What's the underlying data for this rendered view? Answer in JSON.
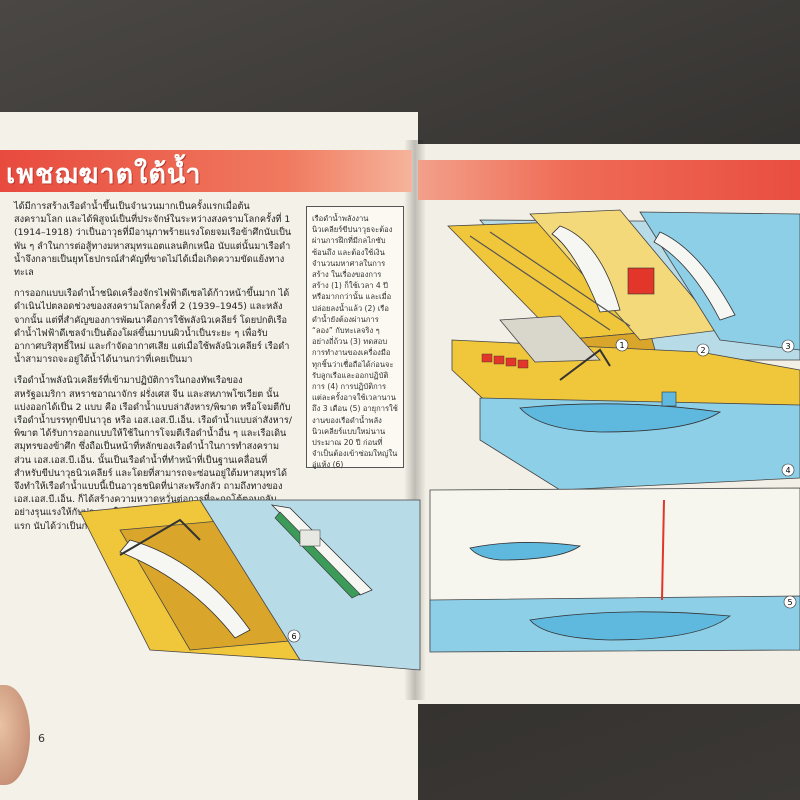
{
  "page": {
    "title": "เพชฌฆาตใต้น้ำ",
    "page_number": "6"
  },
  "body_paragraphs": [
    "ได้มีการสร้างเรือดำน้ำขึ้นเป็นจำนวนมากเป็นครั้งแรกเมื่อต้นสงครามโลก และได้พิสูจน์เป็นที่ประจักษ์ในระหว่างสงครามโลกครั้งที่ 1 (1914–1918) ว่าเป็นอาวุธที่มีอานุภาพร้ายแรงโดยจมเรือข้าศึกนับเป็นพัน ๆ ลำในการต่อสู้ทางมหาสมุทรแอตแลนติกเหนือ นับแต่นั้นมาเรือดำน้ำจึงกลายเป็นยุทโธปกรณ์สำคัญที่ขาดไม่ได้เมื่อเกิดความขัดแย้งทางทะเล",
    "การออกแบบเรือดำน้ำชนิดเครื่องจักรไฟฟ้าดีเซลได้ก้าวหน้าขึ้นมาก ได้ดำเนินไปตลอดช่วงของสงครามโลกครั้งที่ 2 (1939–1945) และหลังจากนั้น แต่ที่สำคัญของการพัฒนาคือการใช้พลังนิวเคลียร์ โดยปกติเรือดำน้ำไฟฟ้าดีเซลจำเป็นต้องโผล่ขึ้นมาบนผิวน้ำเป็นระยะ ๆ เพื่อรับอากาศบริสุทธิ์ใหม่ และกำจัดอากาศเสีย แต่เมื่อใช้พลังนิวเคลียร์ เรือดำน้ำสามารถจะอยู่ใต้น้ำได้นานกว่าที่เคยเป็นมา",
    "เรือดำน้ำพลังนิวเคลียร์ที่เข้ามาปฏิบัติการในกองทัพเรือของสหรัฐอเมริกา สหราชอาณาจักร ฝรั่งเศส จีน และสหภาพโซเวียต นั้นแบ่งออกได้เป็น 2 แบบ คือ เรือดำน้ำแบบล่าสังหาร/พิฆาต หรือโจมตีกับเรือดำน้ำบรรทุกขีปนาวุธ หรือ เอส.เอส.บี.เอ็น. เรือดำน้ำแบบล่าสังหาร/พิฆาต ได้รับการออกแบบให้ใช้ในการโจมตีเรือดำน้ำอื่น ๆ และเรือเดินสมุทรของข้าศึก ซึ่งถือเป็นหน้าที่หลักของเรือดำน้ำในการทำสงคราม ส่วน เอส.เอส.บี.เอ็น. นั้นเป็นเรือดำน้ำที่ทำหน้าที่เป็นฐานเคลื่อนที่สำหรับขีปนาวุธนิวเคลียร์ และโดยที่สามารถจะซ่อนอยู่ใต้มหาสมุทรได้ จึงทำให้เรือดำน้ำแบบนี้เป็นอาวุธชนิดที่น่าสะพรึงกลัว ถามถึงทางของ เอส.เอส.บี.เอ็น. ก็ได้สร้างความหวาดหวั่นต่อการที่จะถูกโต้ตอบกลับอย่างรุนแรงให้กับประเทศใดก็ตามที่จะใช้อาวุธนิวเคลียร์เป็นประเทศแรก นับได้ว่าเป็นการป้องกันการเกิดสงครามขึ้นอีกในอนาคต"
  ],
  "sidebar": {
    "text": "เรือดำน้ำพลังงานนิวเคลียร์ขีปนาวุธจะต้องผ่านการฝึกที่มีกลไกซับซ้อนถึง และต้องใช้เงินจำนวนมหาศาลในการสร้าง ในเรื่องของการสร้าง (1) ก็ใช้เวลา 4 ปี หรือมากกว่านั้น และเมื่อปล่อยลงน้ำแล้ว (2) เรือดำน้ำยังต้องผ่านการ “ลอง” กับทะเลจริง ๆ อย่างถี่ถ้วน (3) ทดสอบการทำงานของเครื่องมือทุกชิ้นว่าเชื่อถือได้ก่อนจะรับลูกเรือและออกปฏิบัติการ (4) การปฏิบัติการแต่ละครั้งอาจใช้เวลานานถึง 3 เดือน (5) อายุการใช้งานของเรือดำน้ำพลังนิวเคลียร์แบบใหม่นานประมาณ 20 ปี ก่อนที่จำเป็นต้องเข้าซ่อมใหญ่ในอู่แห้ง (6)"
  },
  "figure": {
    "steps": [
      "1",
      "2",
      "3",
      "4",
      "5",
      "6"
    ],
    "colors": {
      "water": "#8ecfe8",
      "deck": "#f0c63a",
      "submarine": "#5fb8de",
      "hull_white": "#f6f6f2",
      "ship_green": "#3d9b5a",
      "crates": "#e2362b"
    }
  },
  "colors": {
    "band_red": "#e84a3e",
    "page_paper": "#f4f1e8",
    "highlight": "#f7ec6e"
  }
}
